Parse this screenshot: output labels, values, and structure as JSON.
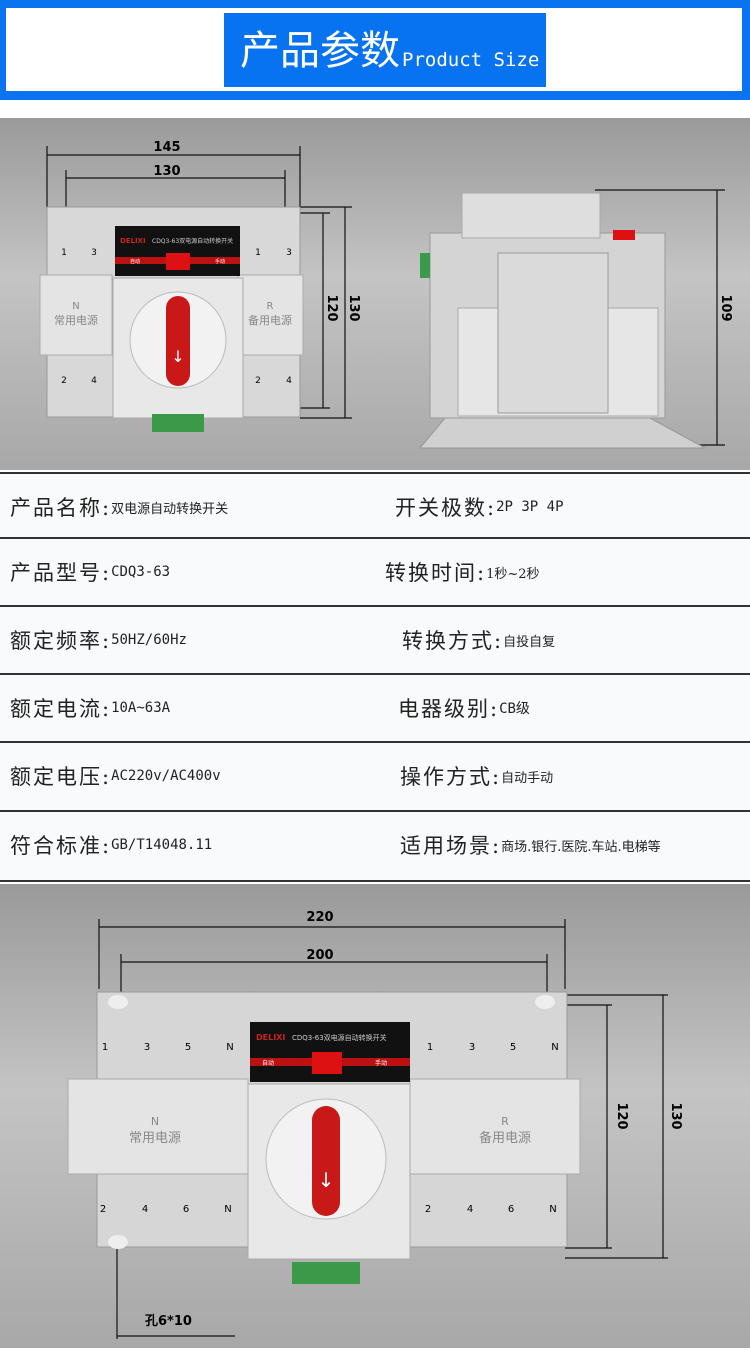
{
  "header": {
    "title_zh": "产品参数",
    "title_en": "Product Size"
  },
  "top_photo": {
    "dims": {
      "w_outer": "145",
      "w_inner": "130",
      "h_inner": "120",
      "h_outer": "130",
      "side_h": "109"
    },
    "terminals_top": [
      "1",
      "3"
    ],
    "terminals_bottom": [
      "2",
      "4"
    ],
    "label_n": "N",
    "label_n_zh": "常用电源",
    "label_r": "R",
    "label_r_zh": "备用电源",
    "brand": "DELIXI",
    "model_label": "CDQ3-63双电源自动转换开关",
    "auto": "自动",
    "manual": "手动"
  },
  "specs": [
    {
      "left": {
        "key": "产品名称:",
        "value": "双电源自动转换开关"
      },
      "right": {
        "key": "开关极数:",
        "value": "2P 3P 4P"
      }
    },
    {
      "left": {
        "key": "产品型号:",
        "value": "CDQ3-63"
      },
      "right": {
        "key": "转换时间:",
        "value": "1秒~2秒"
      }
    },
    {
      "left": {
        "key": "额定频率:",
        "value": "50HZ/60Hz"
      },
      "right": {
        "key": "转换方式:",
        "value": "自投自复"
      }
    },
    {
      "left": {
        "key": "额定电流:",
        "value": "10A~63A"
      },
      "right": {
        "key": "电器级别:",
        "value": "CB级"
      }
    },
    {
      "left": {
        "key": "额定电压:",
        "value": "AC220v/AC400v"
      },
      "right": {
        "key": "操作方式:",
        "value": "自动手动"
      }
    },
    {
      "left": {
        "key": "符合标准:",
        "value": "GB/T14048.11"
      },
      "right": {
        "key": "适用场景:",
        "value": "商场.银行.医院.车站.电梯等"
      }
    }
  ],
  "bottom_photo": {
    "dims": {
      "w_outer": "220",
      "w_inner": "200",
      "h_inner": "120",
      "h_outer": "130",
      "hole": "孔6*10"
    },
    "terminals_top": [
      "1",
      "3",
      "5",
      "N"
    ],
    "terminals_bottom": [
      "2",
      "4",
      "6",
      "N"
    ]
  }
}
